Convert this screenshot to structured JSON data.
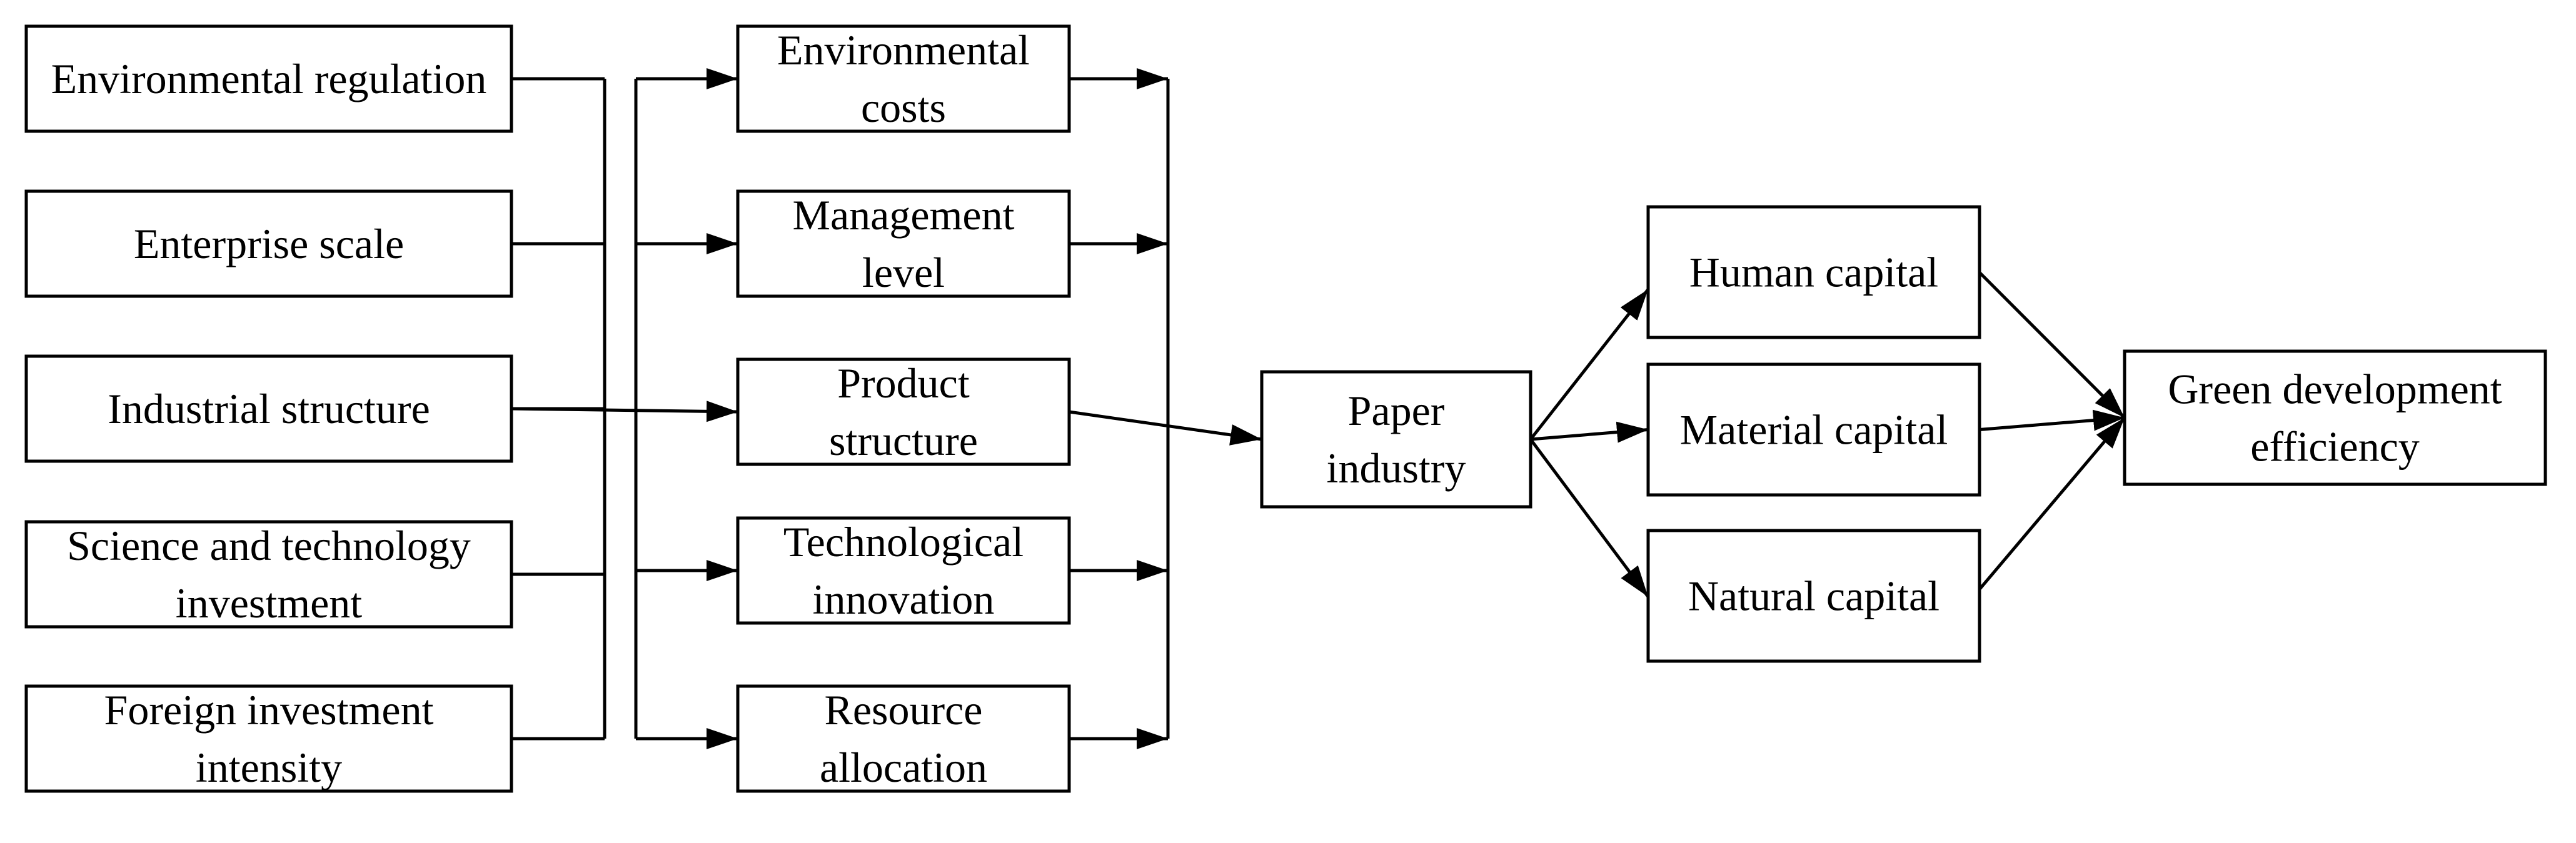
{
  "diagram": {
    "type": "flowchart",
    "factors": [
      {
        "id": "env_reg",
        "lines": [
          "Environmental regulation"
        ]
      },
      {
        "id": "ent_scale",
        "lines": [
          "Enterprise scale"
        ]
      },
      {
        "id": "ind_struct",
        "lines": [
          "Industrial structure"
        ]
      },
      {
        "id": "sci_tech",
        "lines": [
          "Science and technology",
          "investment"
        ]
      },
      {
        "id": "foreign_inv",
        "lines": [
          "Foreign investment",
          "intensity"
        ]
      }
    ],
    "mechanisms": [
      {
        "id": "env_costs",
        "lines": [
          "Environmental",
          "costs"
        ]
      },
      {
        "id": "mgmt_level",
        "lines": [
          "Management",
          "level"
        ]
      },
      {
        "id": "prod_struct",
        "lines": [
          "Product",
          "structure"
        ]
      },
      {
        "id": "tech_innov",
        "lines": [
          "Technological",
          "innovation"
        ]
      },
      {
        "id": "res_alloc",
        "lines": [
          "Resource",
          "allocation"
        ]
      }
    ],
    "industry": {
      "id": "paper",
      "lines": [
        "Paper",
        "industry"
      ]
    },
    "capitals": [
      {
        "id": "human",
        "lines": [
          "Human capital"
        ]
      },
      {
        "id": "material",
        "lines": [
          "Material capital"
        ]
      },
      {
        "id": "natural",
        "lines": [
          "Natural capital"
        ]
      }
    ],
    "outcome": {
      "id": "green",
      "lines": [
        "Green development",
        "efficiency"
      ]
    },
    "edges": [
      {
        "from": "factors",
        "to": "mechanisms"
      },
      {
        "from": "mechanisms",
        "to": "paper"
      },
      {
        "from": "paper",
        "to": "human"
      },
      {
        "from": "paper",
        "to": "material"
      },
      {
        "from": "paper",
        "to": "natural"
      },
      {
        "from": "human",
        "to": "green"
      },
      {
        "from": "material",
        "to": "green"
      },
      {
        "from": "natural",
        "to": "green"
      }
    ]
  }
}
